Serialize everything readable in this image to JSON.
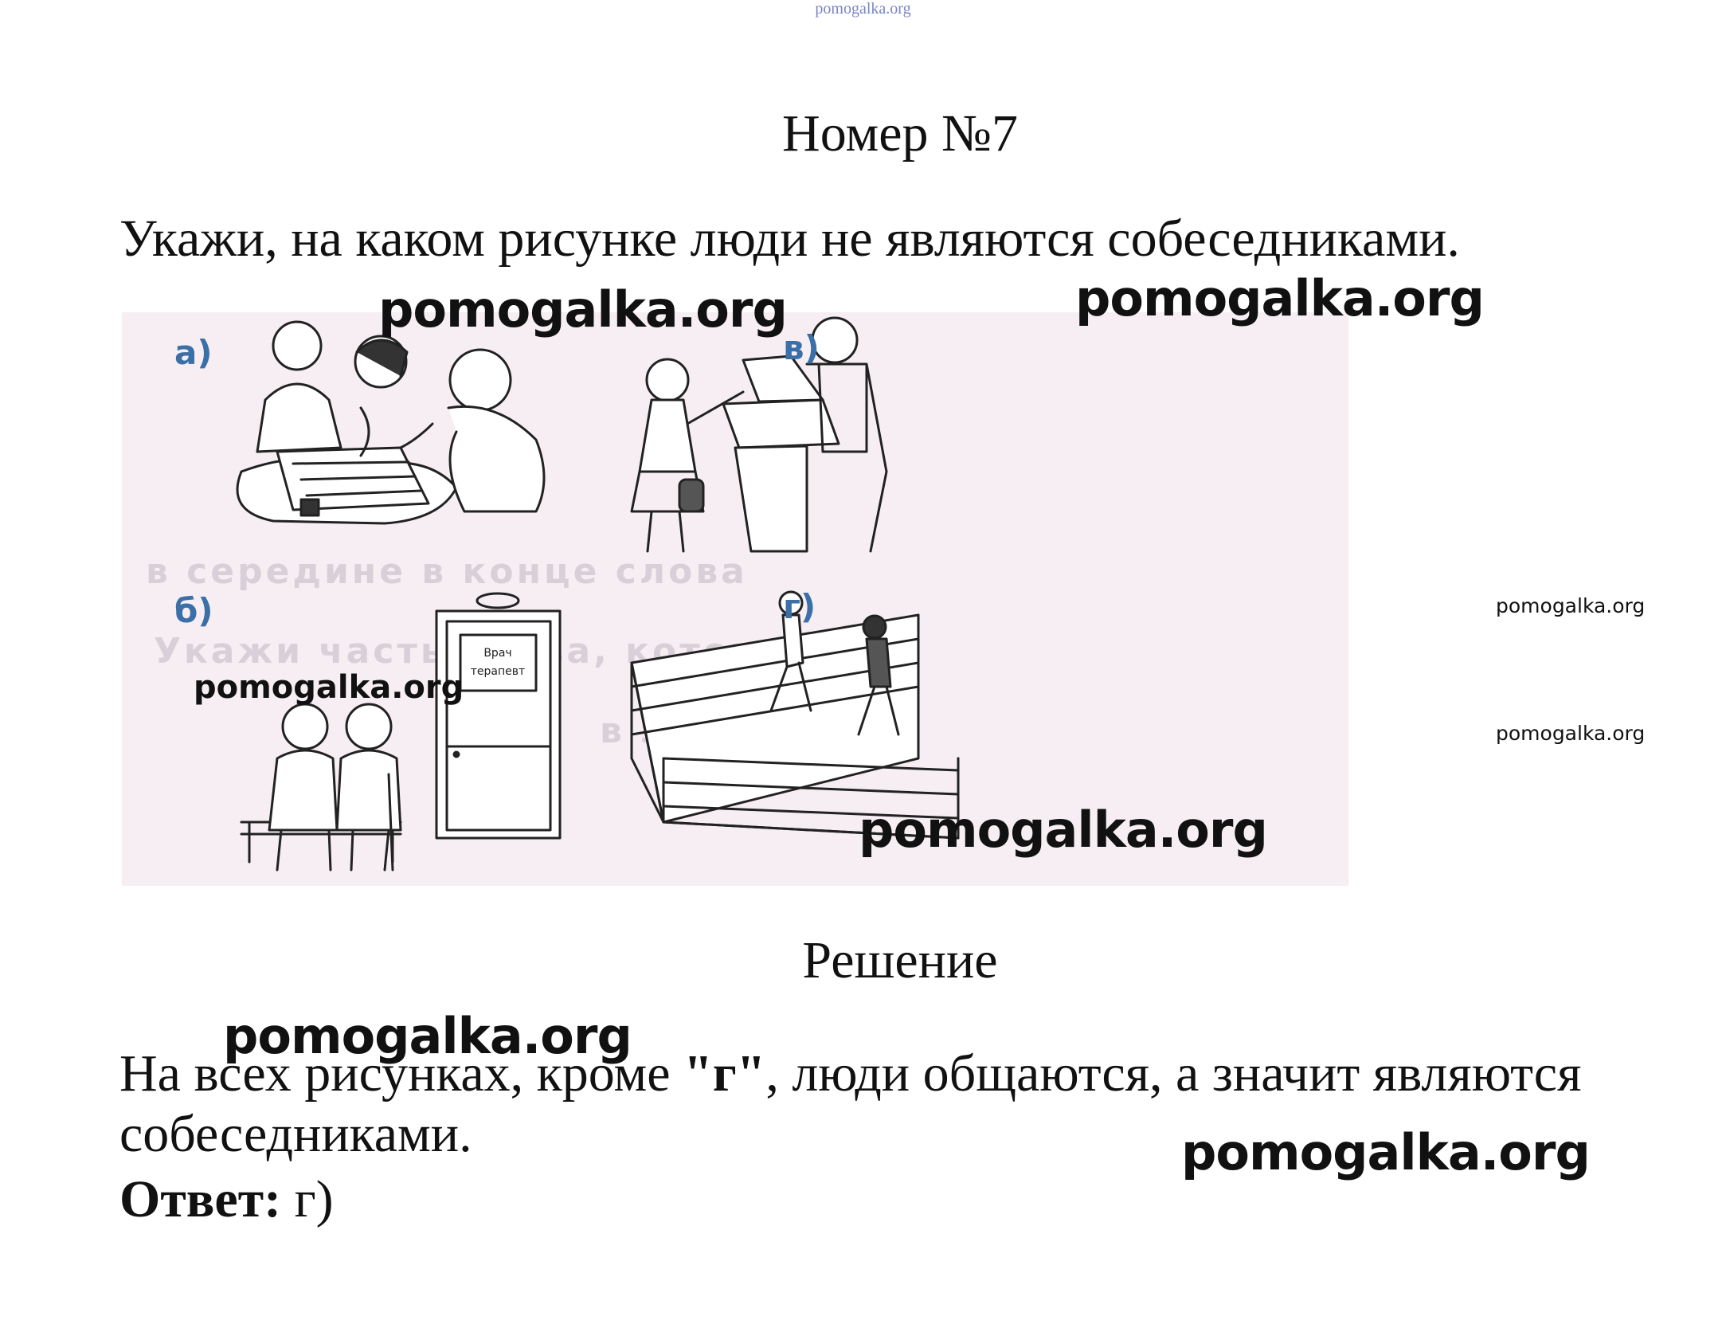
{
  "site_header": "pomogalka.org",
  "title": "Номер №7",
  "question": "Укажи, на каком рисунке люди не являются собеседниками.",
  "figure": {
    "panel_labels": [
      "а)",
      "в)",
      "б)",
      "г)"
    ],
    "door_sign": [
      "Врач",
      "терапевт"
    ]
  },
  "solution_heading": "Решение",
  "solution": {
    "text_before": "На всех рисунках, кроме ",
    "highlight": "\"г\"",
    "text_after": ", люди общаются, а значит являются собеседниками.",
    "answer_label": "Ответ:",
    "answer_value": " г)"
  },
  "watermark": "pomogalka.org"
}
